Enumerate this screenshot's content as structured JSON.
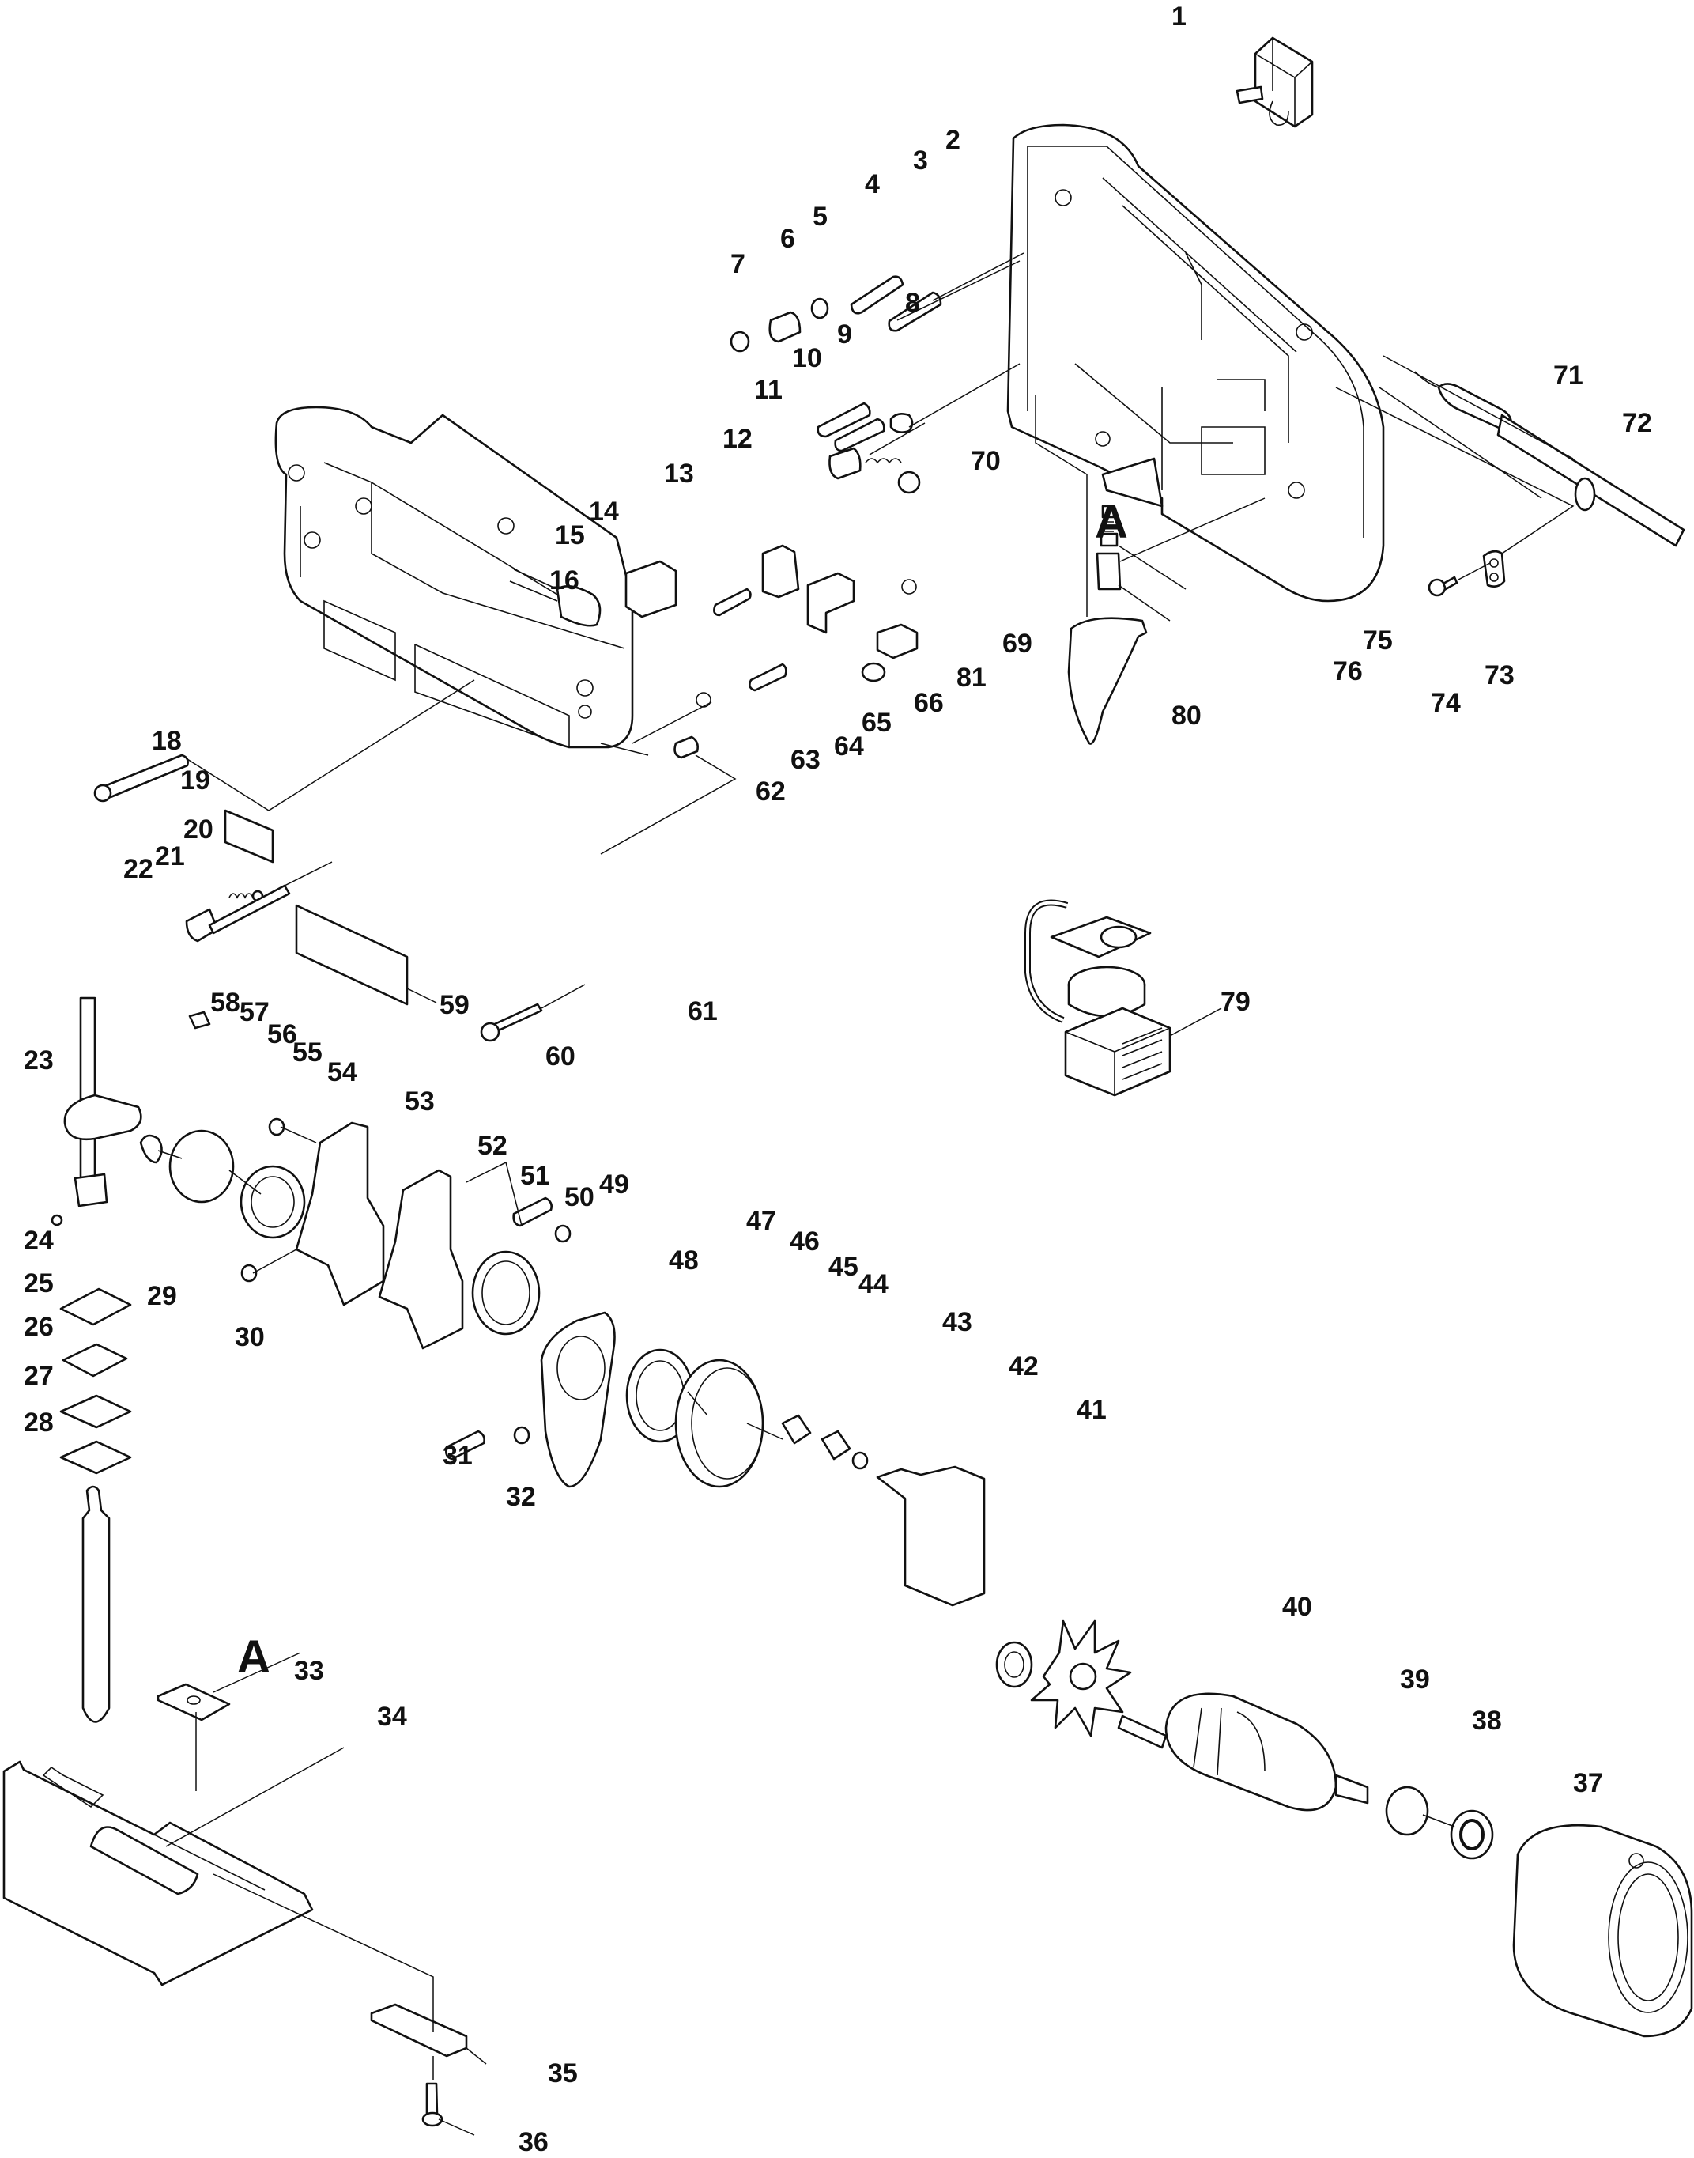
{
  "diagram": {
    "type": "exploded-parts-view",
    "reference_marks": [
      "A",
      "A"
    ],
    "parts": [
      {
        "no": "1"
      },
      {
        "no": "2"
      },
      {
        "no": "3"
      },
      {
        "no": "4"
      },
      {
        "no": "5"
      },
      {
        "no": "6"
      },
      {
        "no": "7"
      },
      {
        "no": "8"
      },
      {
        "no": "9"
      },
      {
        "no": "10"
      },
      {
        "no": "11"
      },
      {
        "no": "12"
      },
      {
        "no": "13"
      },
      {
        "no": "14"
      },
      {
        "no": "15"
      },
      {
        "no": "16"
      },
      {
        "no": "18"
      },
      {
        "no": "19"
      },
      {
        "no": "20"
      },
      {
        "no": "21"
      },
      {
        "no": "22"
      },
      {
        "no": "23"
      },
      {
        "no": "24"
      },
      {
        "no": "25"
      },
      {
        "no": "26"
      },
      {
        "no": "27"
      },
      {
        "no": "28"
      },
      {
        "no": "29"
      },
      {
        "no": "30"
      },
      {
        "no": "31"
      },
      {
        "no": "32"
      },
      {
        "no": "33"
      },
      {
        "no": "34"
      },
      {
        "no": "35"
      },
      {
        "no": "36"
      },
      {
        "no": "37"
      },
      {
        "no": "38"
      },
      {
        "no": "39"
      },
      {
        "no": "40"
      },
      {
        "no": "41"
      },
      {
        "no": "42"
      },
      {
        "no": "43"
      },
      {
        "no": "44"
      },
      {
        "no": "45"
      },
      {
        "no": "46"
      },
      {
        "no": "47"
      },
      {
        "no": "48"
      },
      {
        "no": "49"
      },
      {
        "no": "50"
      },
      {
        "no": "51"
      },
      {
        "no": "52"
      },
      {
        "no": "53"
      },
      {
        "no": "54"
      },
      {
        "no": "55"
      },
      {
        "no": "56"
      },
      {
        "no": "57"
      },
      {
        "no": "58"
      },
      {
        "no": "59"
      },
      {
        "no": "60"
      },
      {
        "no": "61"
      },
      {
        "no": "62"
      },
      {
        "no": "63"
      },
      {
        "no": "64"
      },
      {
        "no": "65"
      },
      {
        "no": "66"
      },
      {
        "no": "69"
      },
      {
        "no": "70"
      },
      {
        "no": "71"
      },
      {
        "no": "72"
      },
      {
        "no": "73"
      },
      {
        "no": "74"
      },
      {
        "no": "75"
      },
      {
        "no": "76"
      },
      {
        "no": "79"
      },
      {
        "no": "80"
      },
      {
        "no": "81"
      }
    ]
  }
}
